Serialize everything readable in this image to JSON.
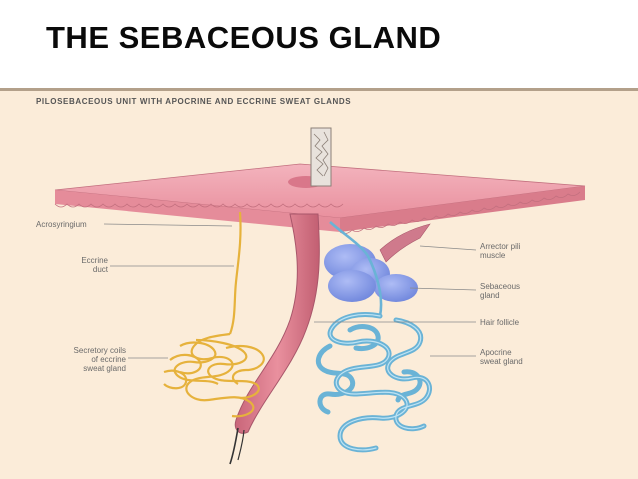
{
  "slide": {
    "title": "THE SEBACEOUS GLAND"
  },
  "figure": {
    "title": "PILOSEBACEOUS UNIT WITH APOCRINE AND ECCRINE SWEAT GLANDS",
    "labels": {
      "acrosyringium": "Acrosyringium",
      "eccrine_duct_1": "Eccrine",
      "eccrine_duct_2": "duct",
      "secretory_coils_1": "Secretory coils",
      "secretory_coils_2": "of eccrine",
      "secretory_coils_3": "sweat gland",
      "arrector_1": "Arrector pili",
      "arrector_2": "muscle",
      "sebaceous_1": "Sebaceous",
      "sebaceous_2": "gland",
      "hair_follicle": "Hair follicle",
      "apocrine_1": "Apocrine",
      "apocrine_2": "sweat gland"
    },
    "colors": {
      "background": "#fbecd9",
      "skin": "#e9909e",
      "eccrine": "#e6b23c",
      "apocrine": "#6ab3d6",
      "sebaceous": "#7f97e6"
    }
  }
}
